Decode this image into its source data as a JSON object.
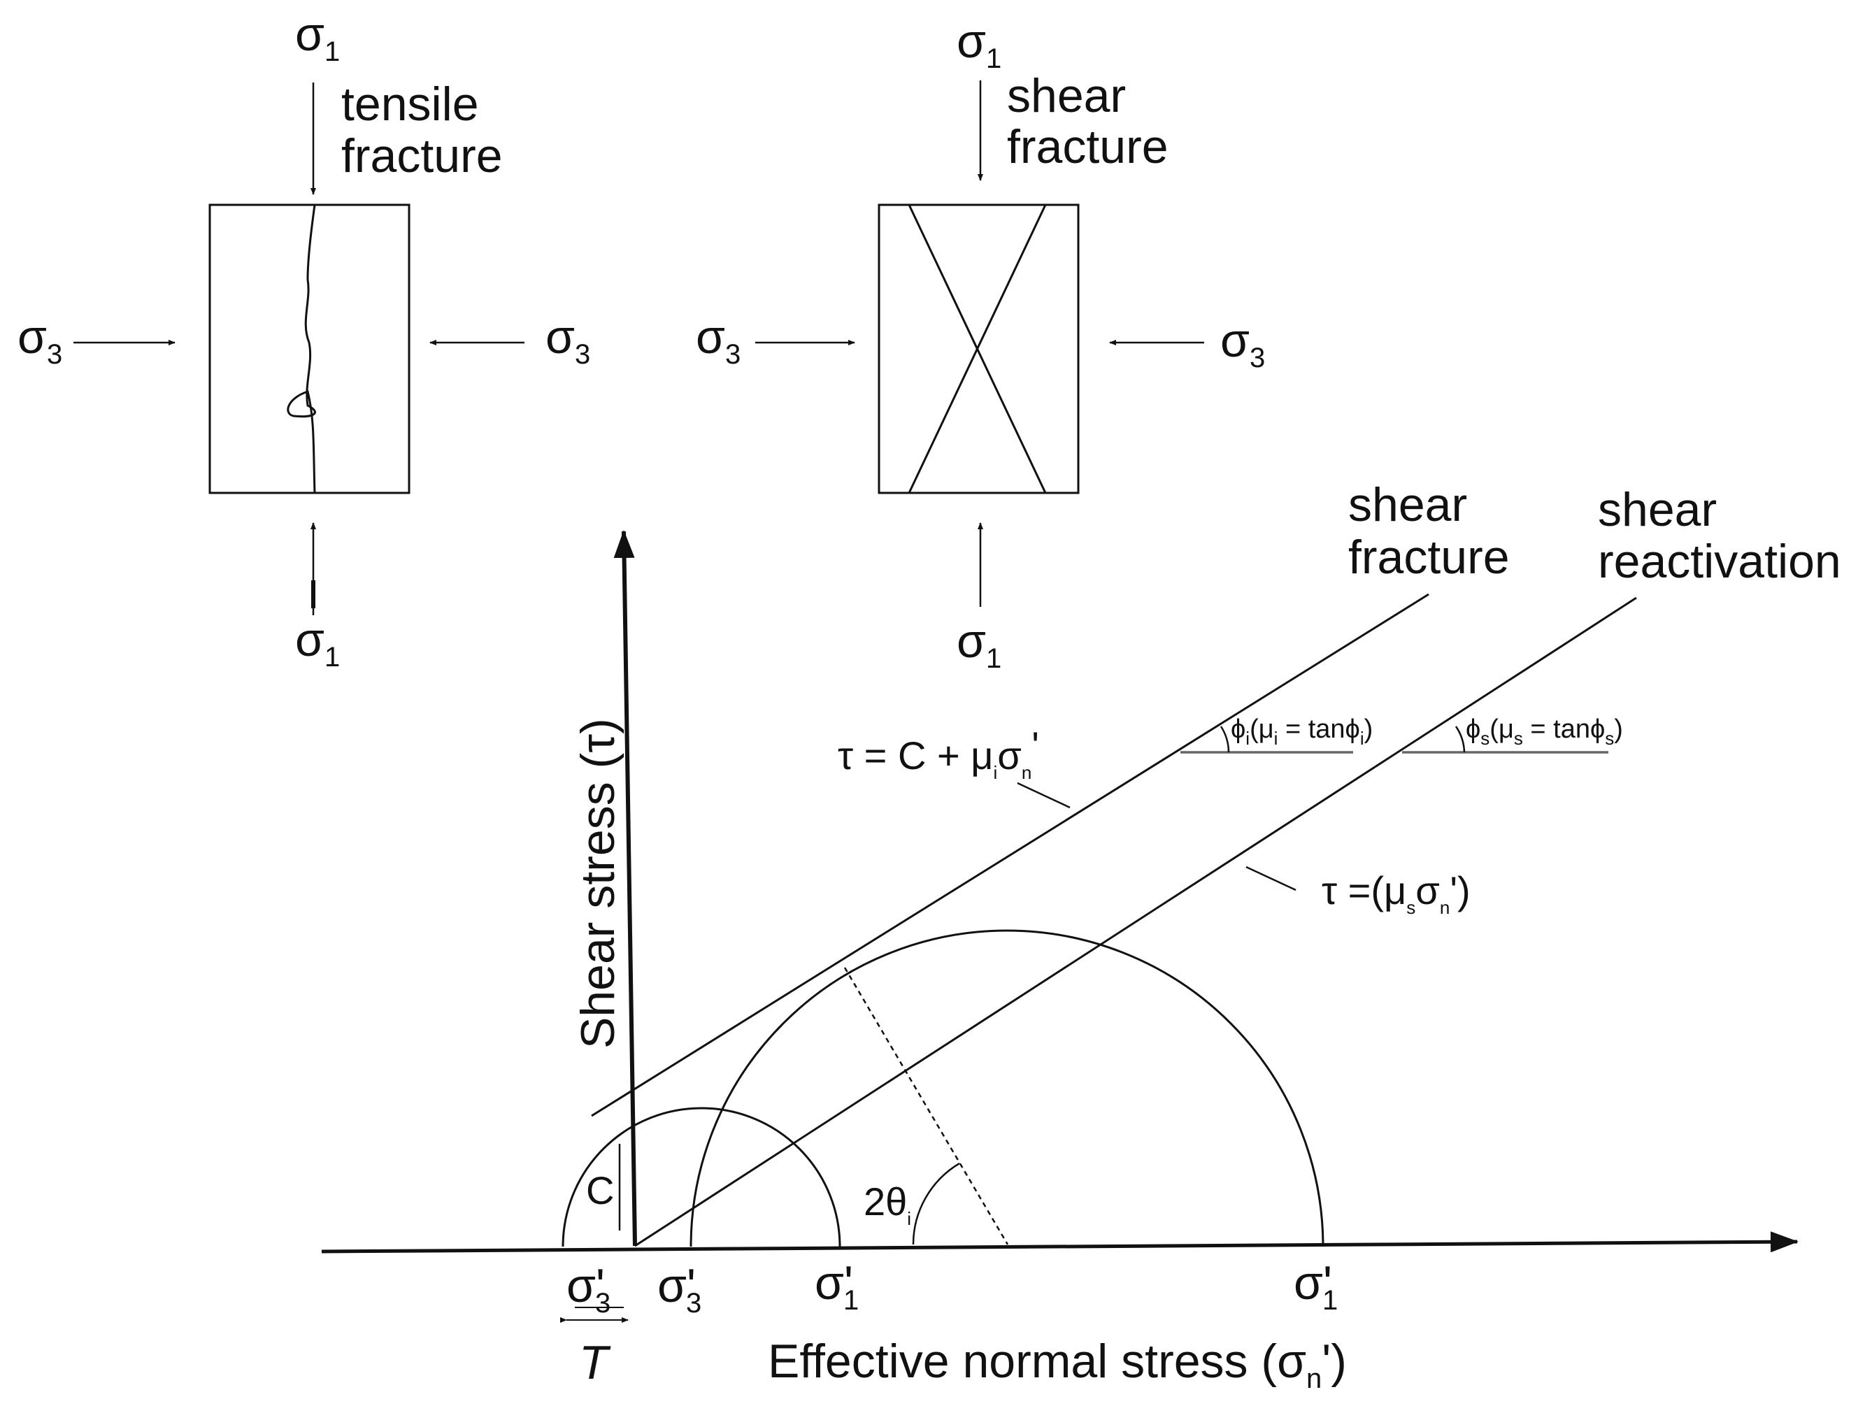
{
  "tensile_panel": {
    "sigma_top": "σ",
    "sigma_top_sub": "1",
    "sigma_bottom": "σ",
    "sigma_bottom_sub": "1",
    "sigma_left": "σ",
    "sigma_left_sub": "3",
    "sigma_right": "σ",
    "sigma_right_sub": "3",
    "label_line1": "tensile",
    "label_line2": "fracture"
  },
  "shear_panel": {
    "sigma_top": "σ",
    "sigma_top_sub": "1",
    "sigma_bottom": "σ",
    "sigma_bottom_sub": "1",
    "sigma_left": "σ",
    "sigma_left_sub": "3",
    "sigma_right": "σ",
    "sigma_right_sub": "3",
    "label_line1": "shear",
    "label_line2": "fracture"
  },
  "mohr": {
    "y_axis_label": "Shear stress (τ)",
    "x_axis_label_main": "Effective normal stress (σ",
    "x_axis_label_sub": "n",
    "x_axis_label_close": "')",
    "line_fracture_line1": "shear",
    "line_fracture_line2": "fracture",
    "line_reactivation_line1": "shear",
    "line_reactivation_line2": "reactivation",
    "eq_fracture": {
      "main": "τ = C + μ",
      "sub_i": "i",
      "sigma": "σ",
      "sub_n": "n",
      "prime": "'"
    },
    "eq_reactivation": {
      "main": "τ =(μ",
      "sub_s": "s",
      "sigma": "σ",
      "sub_n": "n",
      "close": "')"
    },
    "angle_i": {
      "phi": "ϕ",
      "phi_sub": "i",
      "open": "(μ",
      "mu_sub": "i",
      "eq": " = tanϕ",
      "tan_sub": "i",
      "close": ")"
    },
    "angle_s": {
      "phi": "ϕ",
      "phi_sub": "s",
      "open": "(μ",
      "mu_sub": "s",
      "eq": " = tanϕ",
      "tan_sub": "s",
      "close": ")"
    },
    "cohesion_label": "C",
    "two_theta": "2θ",
    "two_theta_sub": "i",
    "tensile_strength_label": "T",
    "ticks": [
      {
        "main": "σ'",
        "sub": "3"
      },
      {
        "main": "σ'",
        "sub": "3"
      },
      {
        "main": "σ'",
        "sub": "1"
      },
      {
        "main": "σ'",
        "sub": "1"
      }
    ]
  }
}
